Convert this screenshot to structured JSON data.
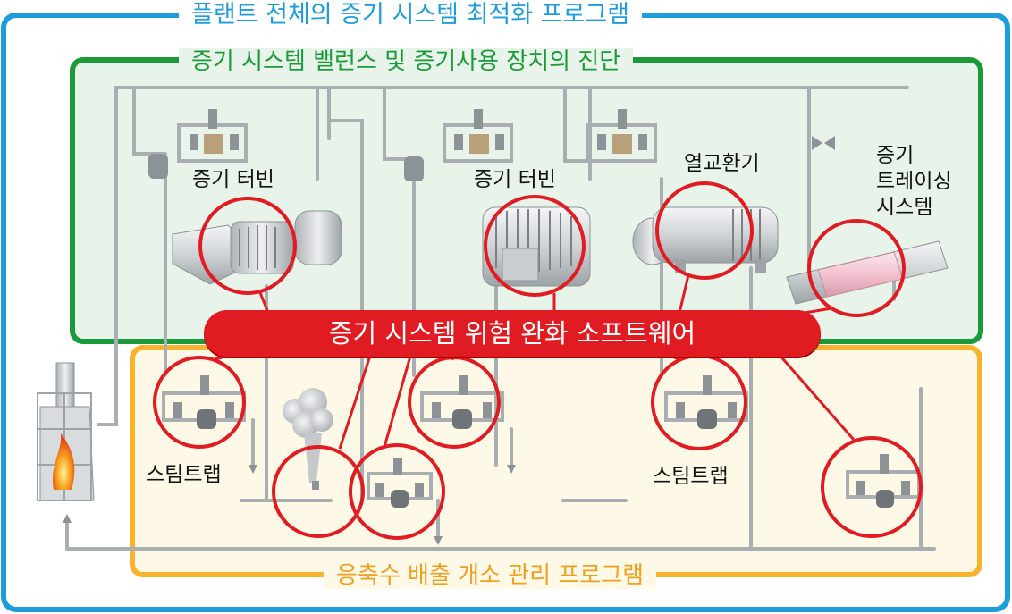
{
  "frames": {
    "outer_title": "플랜트 전체의 증기 시스템 최적화 프로그램",
    "green_title": "증기 시스템 밸런스 및 증기사용 장치의 진단",
    "orange_title": "응축수 배출 개소 관리 프로그램"
  },
  "banner": {
    "text": "증기 시스템 위험 완화 소프트웨어"
  },
  "labels": {
    "turbine_1": "증기 터빈",
    "turbine_2": "증기 터빈",
    "heat_exchanger": "열교환기",
    "tracing_line1": "증기",
    "tracing_line2": "트레이싱",
    "tracing_line3": "시스템",
    "steam_trap_1": "스팀트랩",
    "steam_trap_2": "스팀트랩"
  },
  "colors": {
    "outer": "#1e9ddb",
    "green": "#1a9a3a",
    "green_fill": "#e8f4ea",
    "orange": "#f7b32b",
    "orange_fill": "#fdf9e6",
    "red": "#e11b22",
    "pipe": "#a9aeb2"
  },
  "icons": [
    "boiler-icon",
    "turbine-icon",
    "heat-exchanger-icon",
    "tracing-pipe-icon",
    "steam-trap-icon",
    "valve-icon",
    "steam-vent-icon"
  ]
}
